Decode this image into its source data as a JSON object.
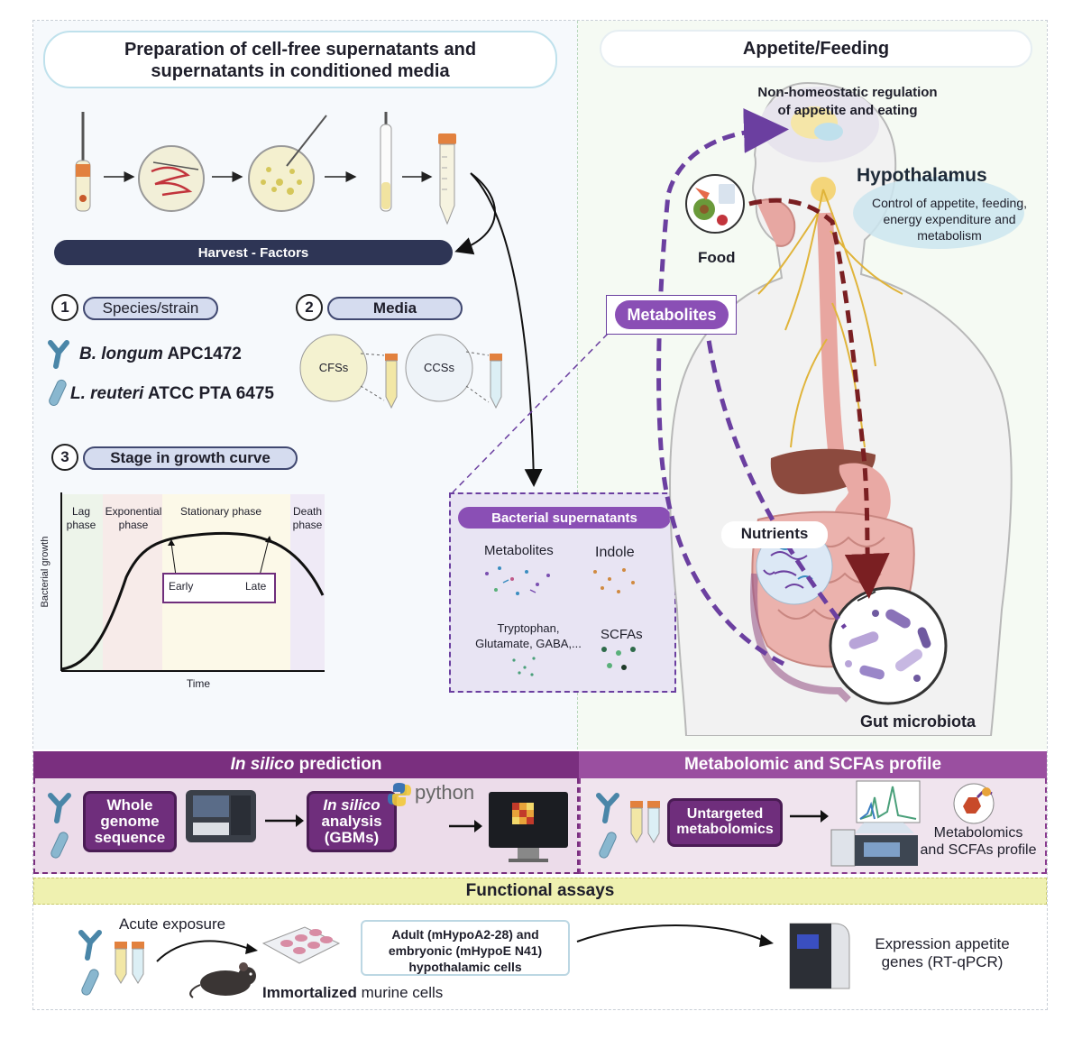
{
  "prep": {
    "title_line1": "Preparation of cell-free supernatants and",
    "title_line2": "supernatants in conditioned media",
    "harvest_label": "Harvest - Factors",
    "factor1_number": "1",
    "factor1_label": "Species/strain",
    "factor2_number": "2",
    "factor2_label": "Media",
    "factor3_number": "3",
    "factor3_label": "Stage in growth curve",
    "strain1_italic": "B. longum",
    "strain1_rest": " APC1472",
    "strain2_italic": "L. reuteri",
    "strain2_rest": " ATCC PTA 6475",
    "media1": "CFSs",
    "media2": "CCSs"
  },
  "growth_curve": {
    "phase_lag": "Lag phase",
    "phase_exponential": "Exponential phase",
    "phase_stationary": "Stationary phase",
    "phase_death": "Death phase",
    "ylabel": "Bacterial growth",
    "xlabel": "Time",
    "early_label": "Early",
    "late_label": "Late"
  },
  "supernatants": {
    "title": "Bacterial supernatants",
    "metabolites": "Metabolites",
    "indole": "Indole",
    "tryptophan_line1": "Tryptophan,",
    "tryptophan_line2": "Glutamate, GABA,...",
    "scfas": "SCFAs"
  },
  "appetite": {
    "title": "Appetite/Feeding",
    "nonhomeostatic_line1": "Non-homeostatic regulation",
    "nonhomeostatic_line2": "of appetite and eating",
    "hypothalamus": "Hypothalamus",
    "hypo_desc_line1": "Control of appetite, feeding,",
    "hypo_desc_line2": "energy expenditure and",
    "hypo_desc_line3": "metabolism",
    "food": "Food",
    "metabolites": "Metabolites",
    "nutrients": "Nutrients",
    "gut_microbiota": "Gut microbiota"
  },
  "insilico": {
    "title_italic": "In silico",
    "title_rest": " prediction",
    "box1_line1": "Whole",
    "box1_line2": "genome",
    "box1_line3": "sequence",
    "box2_italic": "In silico",
    "box2_line2": "analysis",
    "box2_line3": "(GBMs)",
    "python": "python"
  },
  "metabolomic": {
    "title": "Metabolomic and SCFAs profile",
    "box_line1": "Untargeted",
    "box_line2": "metabolomics",
    "result_line1": "Metabolomics",
    "result_line2": "and SCFAs profile"
  },
  "functional": {
    "title": "Functional assays",
    "acute_exposure": "Acute exposure",
    "cells_line1": "Adult (mHypoA2-28) and",
    "cells_line2": "embryonic (mHypoE N41)",
    "cells_line3": "hypothalamic cells",
    "immortalized_bold": "Immortalized",
    "immortalized_rest": " murine cells",
    "expression_line1": "Expression appetite",
    "expression_line2": "genes (RT-qPCR)"
  },
  "colors": {
    "purple_dark": "#6f2e7c",
    "band_purple": "#8a3c8f",
    "band_light_purple": "#9a4fa0",
    "yellow_band": "#eff1b0",
    "dashed_purple": "#6b3fa0",
    "dashed_brown": "#7a1f22",
    "navy": "#2e3555"
  }
}
